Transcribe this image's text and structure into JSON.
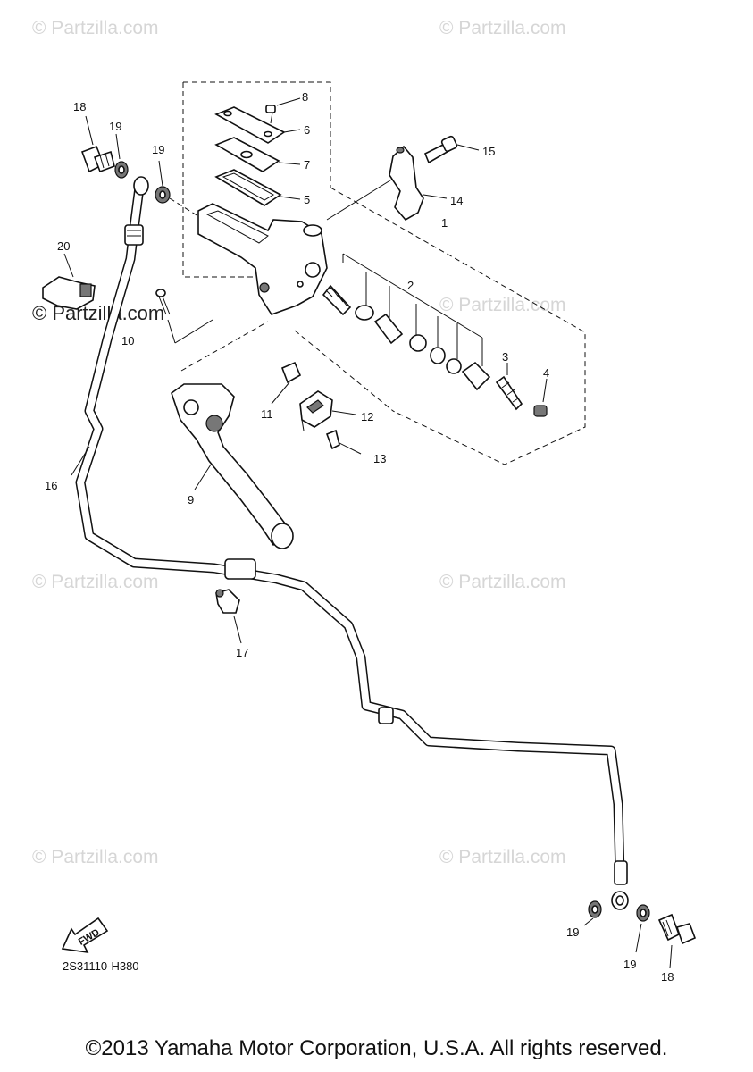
{
  "watermarks": [
    {
      "text": "© Partzilla.com"
    },
    {
      "text": "© Partzilla.com"
    },
    {
      "text": "© Partzilla.com"
    },
    {
      "text": "© Partzilla.com"
    },
    {
      "text": "© Partzilla.com"
    },
    {
      "text": "© Partzilla.com"
    },
    {
      "text": "© Partzilla.com"
    },
    {
      "text": "© Partzilla.com"
    }
  ],
  "watermark_strong": "© Partzilla.com",
  "callouts": {
    "c1": "1",
    "c2": "2",
    "c3": "3",
    "c4": "4",
    "c5": "5",
    "c6": "6",
    "c7": "7",
    "c8": "8",
    "c9": "9",
    "c10": "10",
    "c11": "11",
    "c12": "12",
    "c13": "13",
    "c14": "14",
    "c15": "15",
    "c16": "16",
    "c17": "17",
    "c18a": "18",
    "c18b": "18",
    "c19a": "19",
    "c19b": "19",
    "c19c": "19",
    "c19d": "19",
    "c20": "20"
  },
  "fwd_label": "FWD",
  "diagram_code": "2S31110-H380",
  "copyright": "©2013 Yamaha Motor Corporation, U.S.A. All rights reserved."
}
